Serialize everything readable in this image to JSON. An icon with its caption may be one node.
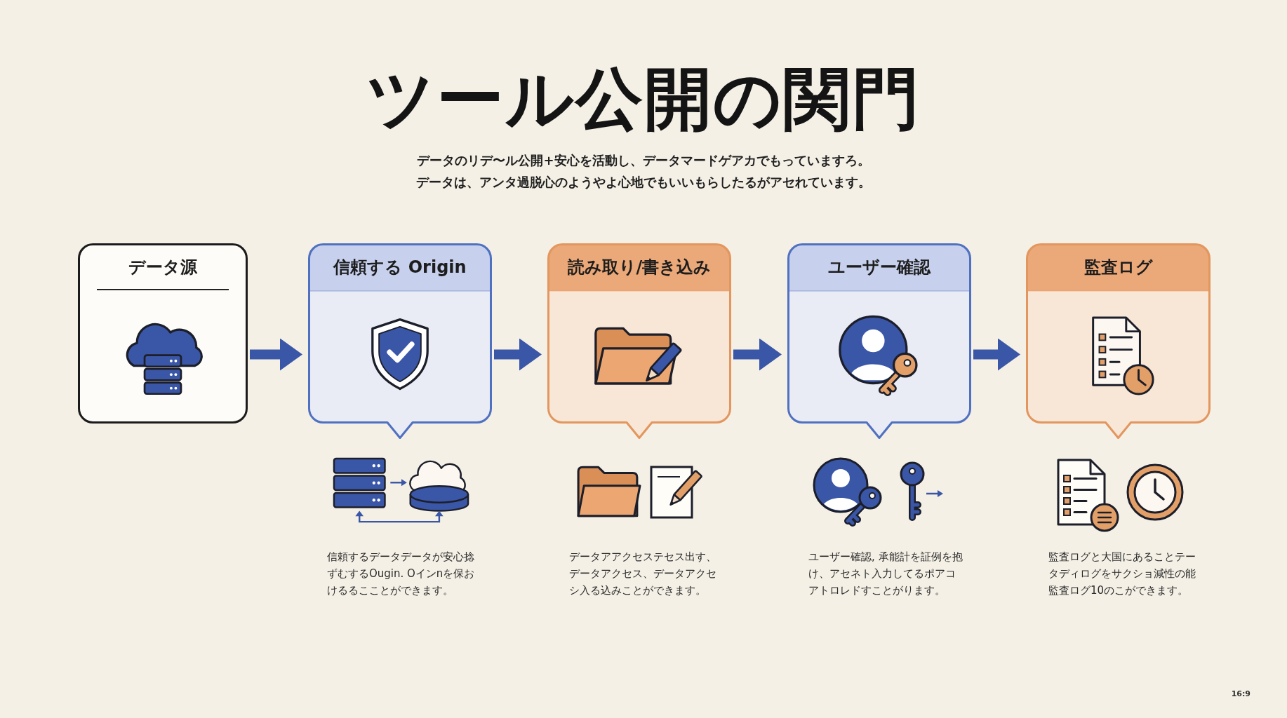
{
  "diagram": {
    "title": "ツール公開の関門",
    "nodes": [
      {
        "text": [
          "データ源"
        ]
      },
      {
        "text": [
          "信頼する Origin"
        ]
      },
      {
        "text": [
          "読み取り/書き込み"
        ]
      },
      {
        "text": [
          "ユーザー確認"
        ]
      },
      {
        "text": [
          "監査ログ"
        ]
      }
    ],
    "edges": [
      {
        "from": 0,
        "to": 1,
        "arrow": "to"
      },
      {
        "from": 1,
        "to": 2,
        "arrow": "to"
      },
      {
        "from": 2,
        "to": 3,
        "arrow": "to"
      },
      {
        "from": 3,
        "to": 4,
        "arrow": "to"
      }
    ],
    "labels": [
      "データのリデ〜ル公開+安心を活動し、データマードゲアカでもっていますろ。",
      "データは、アンタ過脱心のようやよ心地でもいいもらしたるがアセれています。",
      "信頼するデータデータが安心捻ずむするOugin. Oインnを保おけるるこことができます。",
      "データアアクセステセス出す、データアクセス、データアクセシ入る込みことができます。",
      "ユーザー確認, 承能計を証例を抱け、アセネト入力してるポアコアトロレドすことがります。",
      "監査ログと大国にあることテータディログをサクショ減性の能監査ログ10のこができます。",
      "16:9"
    ]
  }
}
